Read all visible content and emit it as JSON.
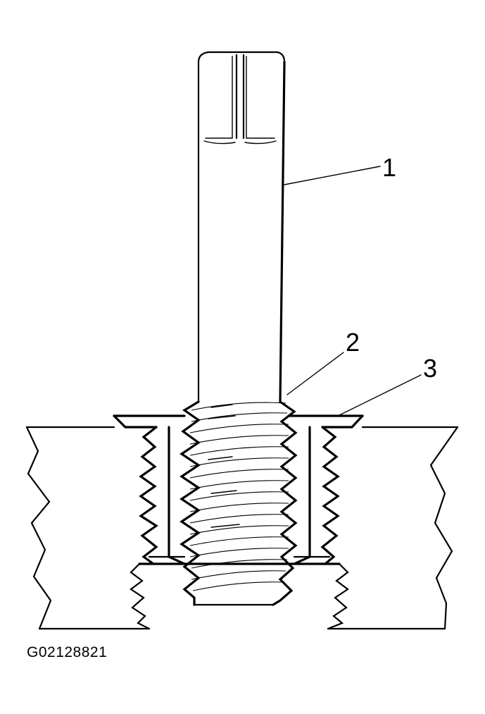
{
  "figure": {
    "id": "G02128821",
    "callouts": [
      "1",
      "2",
      "3"
    ]
  },
  "colors": {
    "line": "#000000",
    "background": "#ffffff"
  }
}
